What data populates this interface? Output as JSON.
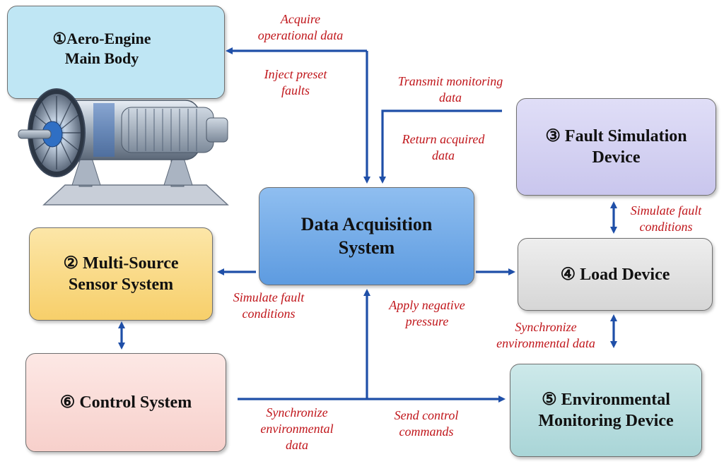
{
  "nodes": {
    "engine": {
      "line1": "①Aero-Engine",
      "line2": "Main Body"
    },
    "sensor": {
      "line1": "② Multi-Source",
      "line2": "Sensor System"
    },
    "fault": {
      "line1": "③ Fault Simulation",
      "line2": "Device"
    },
    "load": {
      "line1": "④ Load Device"
    },
    "env": {
      "line1": "⑤ Environmental",
      "line2": "Monitoring Device"
    },
    "control": {
      "line1": "⑥ Control System"
    },
    "daq": {
      "line1": "Data Acquisition",
      "line2": "System"
    }
  },
  "labels": {
    "acquire": {
      "l1": "Acquire",
      "l2": "operational data"
    },
    "inject": {
      "l1": "Inject preset",
      "l2": "faults"
    },
    "transmit": {
      "l1": "Transmit monitoring",
      "l2": "data"
    },
    "return": {
      "l1": "Return acquired",
      "l2": "data"
    },
    "sim_fault_right": {
      "l1": "Simulate fault",
      "l2": "conditions"
    },
    "sim_fault_left": {
      "l1": "Simulate fault",
      "l2": "conditions"
    },
    "negative": {
      "l1": "Apply negative",
      "l2": "pressure"
    },
    "sync_env_right": {
      "l1": "Synchronize",
      "l2": "environmental data"
    },
    "sync_env_bottom": {
      "l1": "Synchronize",
      "l2": "environmental",
      "l3": "data"
    },
    "send_cmd": {
      "l1": "Send control",
      "l2": "commands"
    }
  },
  "colors": {
    "arrow": "#1f4fa8",
    "label": "#c0161b",
    "engine_box": "#bfe6f4",
    "sensor_box": "#fbe09a",
    "fault_box": "#d6d4f2",
    "load_box": "#e2e2e2",
    "env_box": "#c4e3e4",
    "control_box": "#fbe0dd",
    "daq_box": "#6fa8e8"
  },
  "icons": {
    "engine": "turbofan-engine-illustration"
  }
}
